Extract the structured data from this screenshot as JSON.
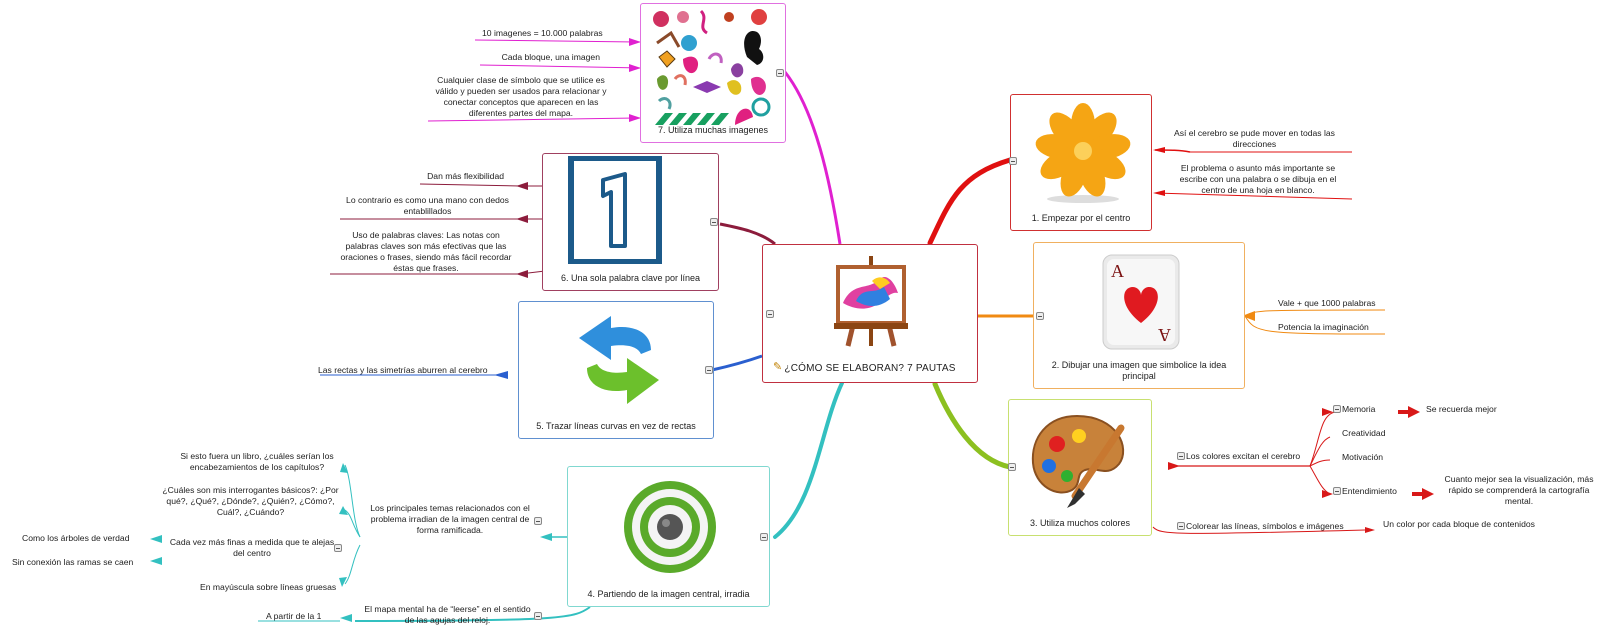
{
  "central": {
    "title": "¿CÓMO SE ELABORAN?  7 PAUTAS"
  },
  "branches": {
    "b1": {
      "title": "1. Empezar por el centro",
      "notes": [
        "Así el cerebro se pude mover en todas las direcciones",
        "El problema o asunto más importante se escribe con una palabra o se dibuja en el centro de una hoja en blanco."
      ],
      "color": "#e01010"
    },
    "b2": {
      "title": "2. Dibujar una imagen que simbolice la idea principal",
      "notes": [
        "Vale + que 1000 palabras",
        "Potencia la imaginación"
      ],
      "color": "#f08a12"
    },
    "b3": {
      "title": "3. Utiliza muchos colores",
      "topic1": "Los colores excitan el cerebro",
      "memoria": "Memoria",
      "memoria_note": "Se recuerda mejor",
      "creatividad": "Creatividad",
      "motivacion": "Motivación",
      "entendimiento": "Entendimiento",
      "entendimiento_note": "Cuanto mejor sea la visualización, más rápido se comprenderá la cartografía mental.",
      "topic2": "Colorear las líneas, símbolos e imágenes",
      "topic2_note": "Un color por cada bloque de contenidos",
      "color": "#8cc020",
      "sub_color": "#d81818"
    },
    "b4": {
      "title": "4. Partiendo de la imagen central, irradia",
      "topic1": "Los principales temas relacionados con el problema irradian de la imagen central de forma ramificada.",
      "q1": "Si esto fuera un libro, ¿cuáles serían los encabezamientos de los capítulos?",
      "q2": "¿Cuáles son mis interrogantes básicos?: ¿Por qué?, ¿Qué?, ¿Dónde?, ¿Quién?, ¿Cómo?, Cuál?, ¿Cuándo?",
      "q3": "Cada vez más finas a medida que te alejas del centro",
      "q3a": "Como los árboles de verdad",
      "q3b": "Sin conexión las ramas se caen",
      "q4": "En mayúscula sobre líneas gruesas",
      "topic2": "El mapa mental ha de “leerse” en el sentido de las agujas del reloj.",
      "topic2_note": "A partir de la 1",
      "color": "#33c0c0"
    },
    "b5": {
      "title": "5. Trazar líneas curvas en vez de rectas",
      "note": "Las rectas y las simetrías aburren al cerebro",
      "color": "#2a5fcf"
    },
    "b6": {
      "title": "6. Una sola palabra clave por línea",
      "notes": [
        "Dan más flexibilidad",
        "Lo contrario es como una mano con dedos entablillados",
        "Uso de palabras claves: Las notas con palabras claves son más efectivas que las oraciones o frases, siendo más fácil recordar éstas que frases."
      ],
      "color": "#8c1c3c"
    },
    "b7": {
      "title": "7. Utiliza muchas imagenes",
      "notes": [
        "10 imagenes  = 10.000 palabras",
        "Cada bloque, una imagen",
        "Cualquier clase de símbolo que se utilice es válido y pueden ser usados para relacionar y conectar conceptos que aparecen en las diferentes partes del mapa."
      ],
      "color": "#e020d0"
    }
  }
}
